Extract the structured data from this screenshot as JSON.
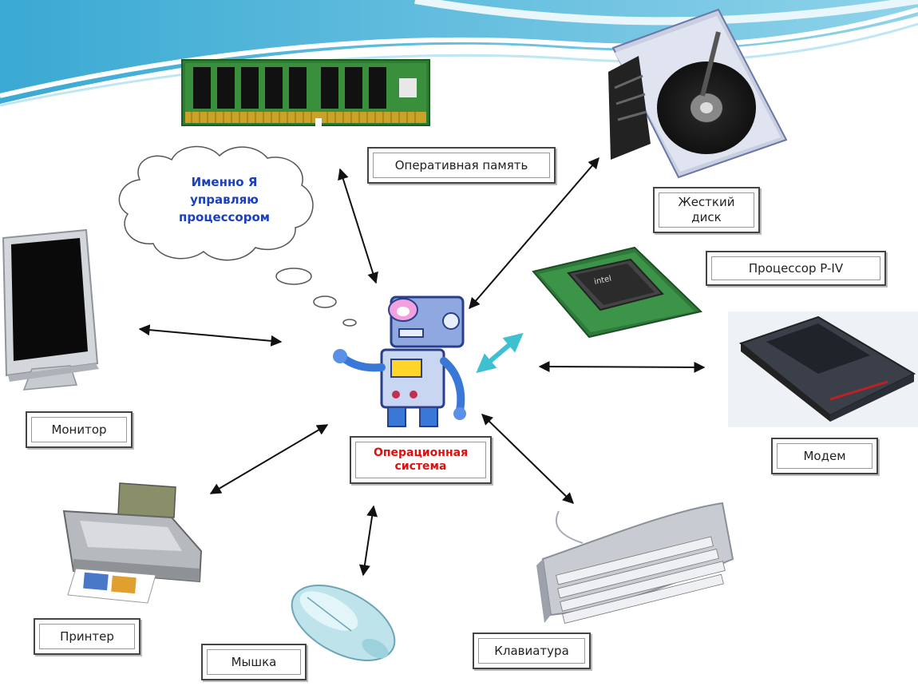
{
  "diagram": {
    "center_label": "Операционная\nсистема",
    "thought_bubble": "Именно Я\nуправляю\nпроцессором",
    "components": [
      {
        "id": "ram",
        "label": "Оперативная память",
        "icon": "ram-module-icon"
      },
      {
        "id": "hdd",
        "label": "Жесткий\nдиск",
        "icon": "hard-disk-icon"
      },
      {
        "id": "cpu",
        "label": "Процессор P-IV",
        "icon": "cpu-chip-icon"
      },
      {
        "id": "modem",
        "label": "Модем",
        "icon": "modem-icon"
      },
      {
        "id": "keyboard",
        "label": "Клавиатура",
        "icon": "keyboard-icon"
      },
      {
        "id": "mouse",
        "label": "Мышка",
        "icon": "mouse-icon"
      },
      {
        "id": "printer",
        "label": "Принтер",
        "icon": "printer-icon"
      },
      {
        "id": "monitor",
        "label": "Монитор",
        "icon": "monitor-icon"
      }
    ]
  },
  "colors": {
    "header_wave": "#4fb3d9",
    "arrow": "#111111",
    "os_label": "#e01010",
    "thought_text": "#1a3fbf",
    "cpu_arrow": "#3fc0d0"
  }
}
